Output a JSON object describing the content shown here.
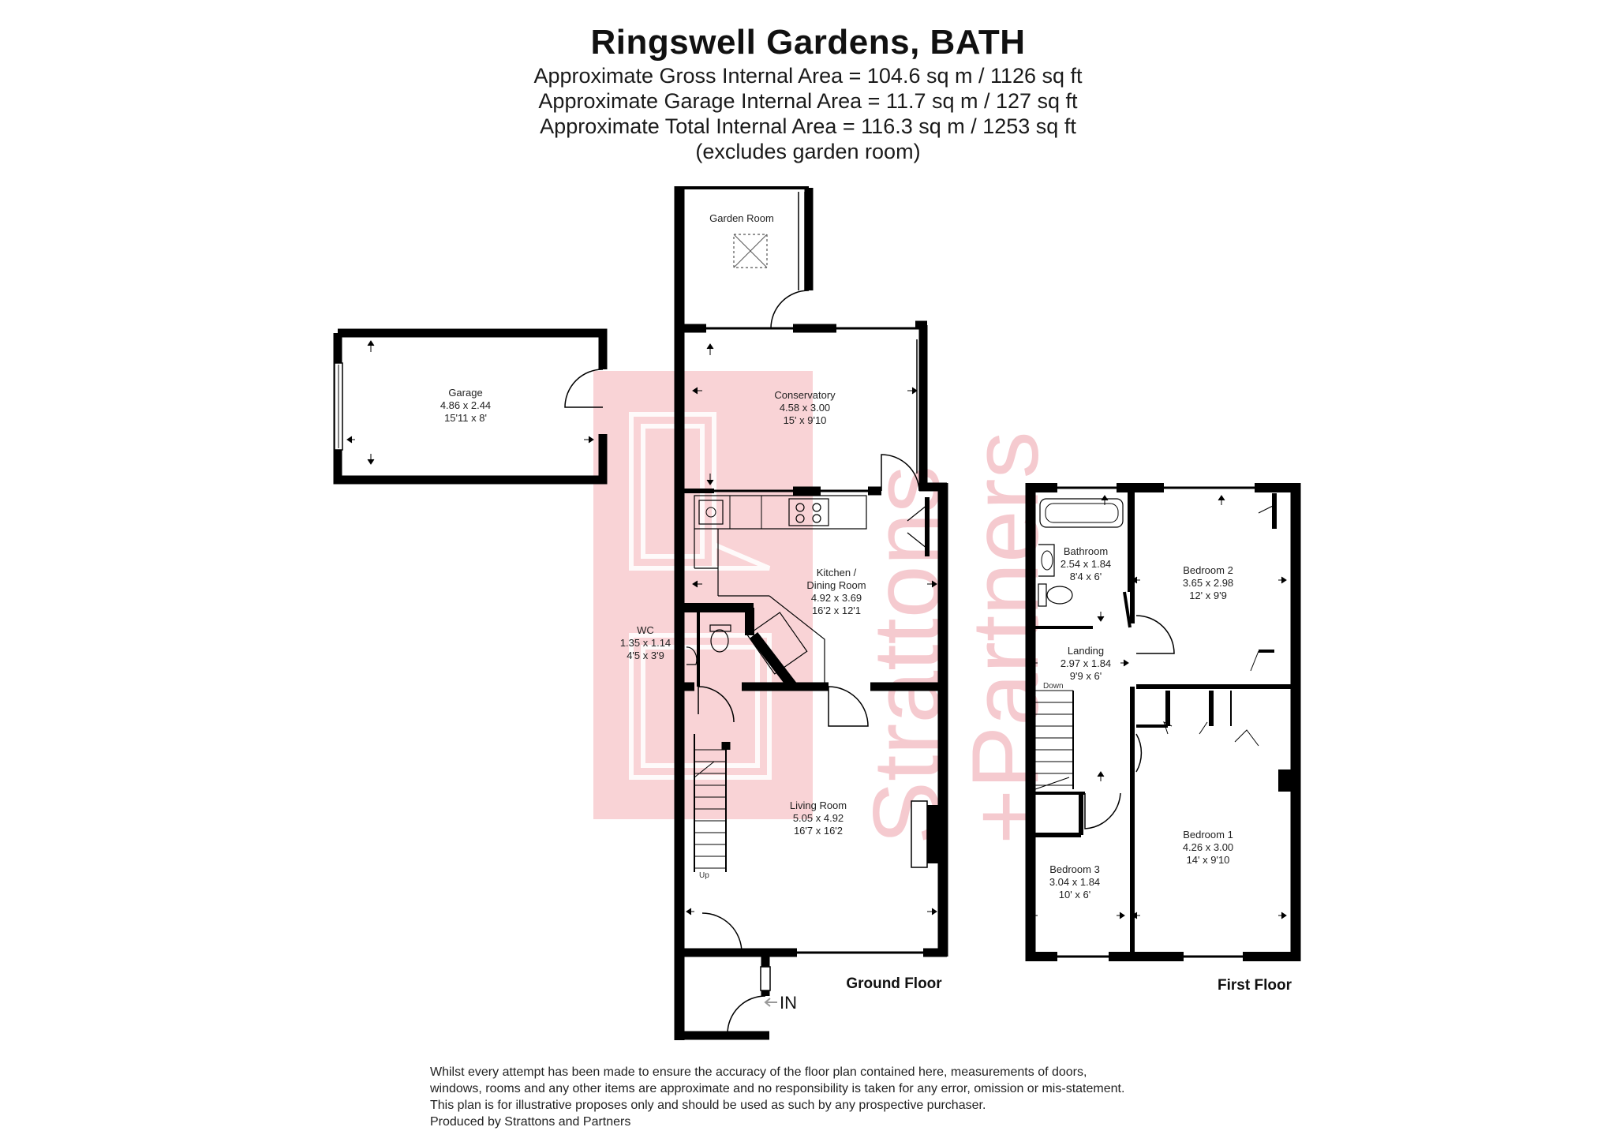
{
  "header": {
    "title": "Ringswell Gardens, BATH",
    "gross_area": "Approximate Gross Internal Area = 104.6 sq m / 1126 sq ft",
    "garage_area": "Approximate Garage Internal Area = 11.7 sq m / 127 sq ft",
    "total_area": "Approximate Total Internal Area = 116.3 sq m / 1253 sq ft",
    "note": "(excludes garden room)"
  },
  "watermark": {
    "line1": "Strattons",
    "line2": "+Partners",
    "color": "#f2b9bf"
  },
  "rooms": {
    "garden_room": {
      "name": "Garden Room"
    },
    "garage": {
      "name": "Garage",
      "metric": "4.86 x 2.44",
      "imperial": "15'11 x 8'"
    },
    "conservatory": {
      "name": "Conservatory",
      "metric": "4.58 x 3.00",
      "imperial": "15' x 9'10"
    },
    "kitchen": {
      "name1": "Kitchen /",
      "name2": "Dining Room",
      "metric": "4.92 x 3.69",
      "imperial": "16'2 x 12'1"
    },
    "wc": {
      "name": "WC",
      "metric": "1.35 x 1.14",
      "imperial": "4'5 x 3'9"
    },
    "living": {
      "name": "Living Room",
      "metric": "5.05 x 4.92",
      "imperial": "16'7 x 16'2"
    },
    "bathroom": {
      "name": "Bathroom",
      "metric": "2.54 x 1.84",
      "imperial": "8'4 x 6'"
    },
    "bedroom2": {
      "name": "Bedroom 2",
      "metric": "3.65 x 2.98",
      "imperial": "12' x 9'9"
    },
    "landing": {
      "name": "Landing",
      "metric": "2.97 x 1.84",
      "imperial": "9'9 x 6'"
    },
    "bedroom1": {
      "name": "Bedroom 1",
      "metric": "4.26 x 3.00",
      "imperial": "14' x 9'10"
    },
    "bedroom3": {
      "name": "Bedroom 3",
      "metric": "3.04 x 1.84",
      "imperial": "10' x 6'"
    }
  },
  "stairs": {
    "up": "Up",
    "down": "Down"
  },
  "entrance": {
    "label": "IN"
  },
  "floors": {
    "ground": "Ground Floor",
    "first": "First Floor"
  },
  "disclaimer": {
    "line1": "Whilst every attempt has been made to ensure the accuracy of the floor plan contained here, measurements of doors,",
    "line2": "windows, rooms and any other items are approximate and no responsibility is taken for any error, omission or mis-statement.",
    "line3": "This plan is for illustrative proposes only and should be used as such by any prospective purchaser.",
    "line4": "Produced by Strattons and Partners"
  }
}
